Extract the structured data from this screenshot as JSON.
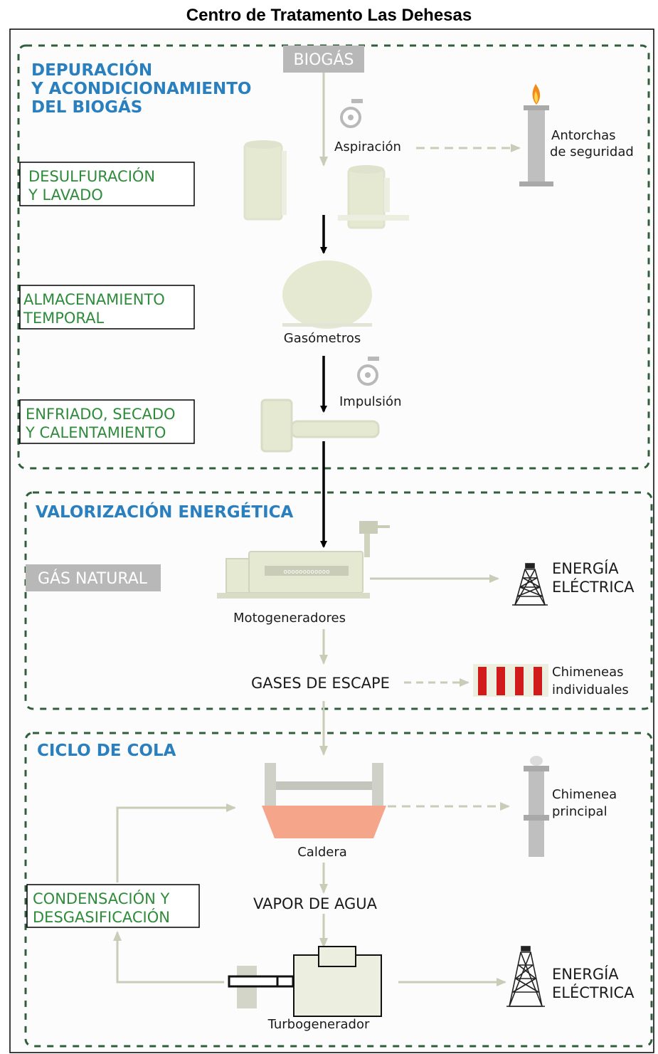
{
  "title": "Centro de Tratamento Las Dehesas",
  "sections": {
    "depuracion": {
      "line1": "DEPURACIÓN",
      "line2": "Y ACONDICIONAMIENTO",
      "line3": "DEL BIOGÁS"
    },
    "valorizacion": "VALORIZACIÓN ENERGÉTICA",
    "ciclo": "CICLO DE  COLA"
  },
  "inputs": {
    "biogas": "BIOGÁS",
    "gas_natural": "GÁS  NATURAL"
  },
  "process_boxes": {
    "desulfuracion": {
      "line1": "DESULFURACIÓN",
      "line2": "Y LAVADO"
    },
    "almacenamiento": {
      "line1": "ALMACENAMIENTO",
      "line2": "TEMPORAL"
    },
    "enfriado": {
      "line1": "ENFRIADO, SECADO",
      "line2": "Y CALENTAMIENTO"
    },
    "condensacion": {
      "line1": "CONDENSACIÓN Y",
      "line2": "DESGASIFICACIÓN"
    }
  },
  "labels": {
    "aspiracion": "Aspiración",
    "antorchas_1": "Antorchas",
    "antorchas_2": "de seguridad",
    "gasometros": "Gasómetros",
    "impulsion": "Impulsión",
    "motogeneradores": "Motogeneradores",
    "energia_1_a": "ENERGÍA",
    "energia_1_b": "ELÉCTRICA",
    "gases_escape": "GASES DE ESCAPE",
    "chimeneas_ind_1": "Chimeneas",
    "chimeneas_ind_2": "individuales",
    "caldera": "Caldera",
    "chimenea_pr_1": "Chimenea",
    "chimenea_pr_2": "principal",
    "vapor": "VAPOR DE AGUA",
    "turbogenerador": "Turbogenerador",
    "energia_2_a": "ENERGÍA",
    "energia_2_b": "ELÉCTRICA"
  },
  "colors": {
    "section_title": "#2a7fbf",
    "box_text": "#2e8b3a",
    "dotted_border": "#2f5f3a",
    "gray_block": "#b8b8b8",
    "equipment_fill": "#e6e9d2",
    "caldera_fill": "#f4a58a",
    "chimney_red": "#d11a1a"
  }
}
